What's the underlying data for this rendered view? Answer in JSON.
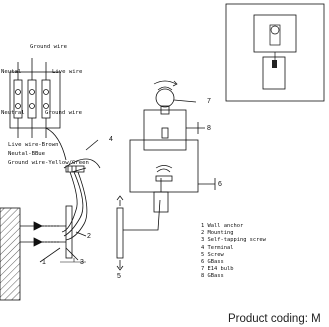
{
  "wiring": {
    "ground_top": "Ground wire",
    "neutral": "Neutal",
    "live": "Live wire",
    "neutral_bottom": "Neutral",
    "ground_bottom": "Ground wire",
    "note_live": "Live wire-Brown",
    "note_neutral": "Neutal-BBue",
    "note_ground": "Ground wire-Yellow/Green"
  },
  "callouts": {
    "n1": "1",
    "n2": "2",
    "n3": "3",
    "n4": "4",
    "n5": "5",
    "n6": "6",
    "n7": "7",
    "n8": "8"
  },
  "legend": [
    "1 Wall anchor",
    "2 Mounting",
    "3 Self-tapping screw",
    "4 Terminal",
    "5 Screw",
    "6 GBass",
    "7 E14 bulb",
    "8 GBass"
  ],
  "footer": "Product coding: M"
}
